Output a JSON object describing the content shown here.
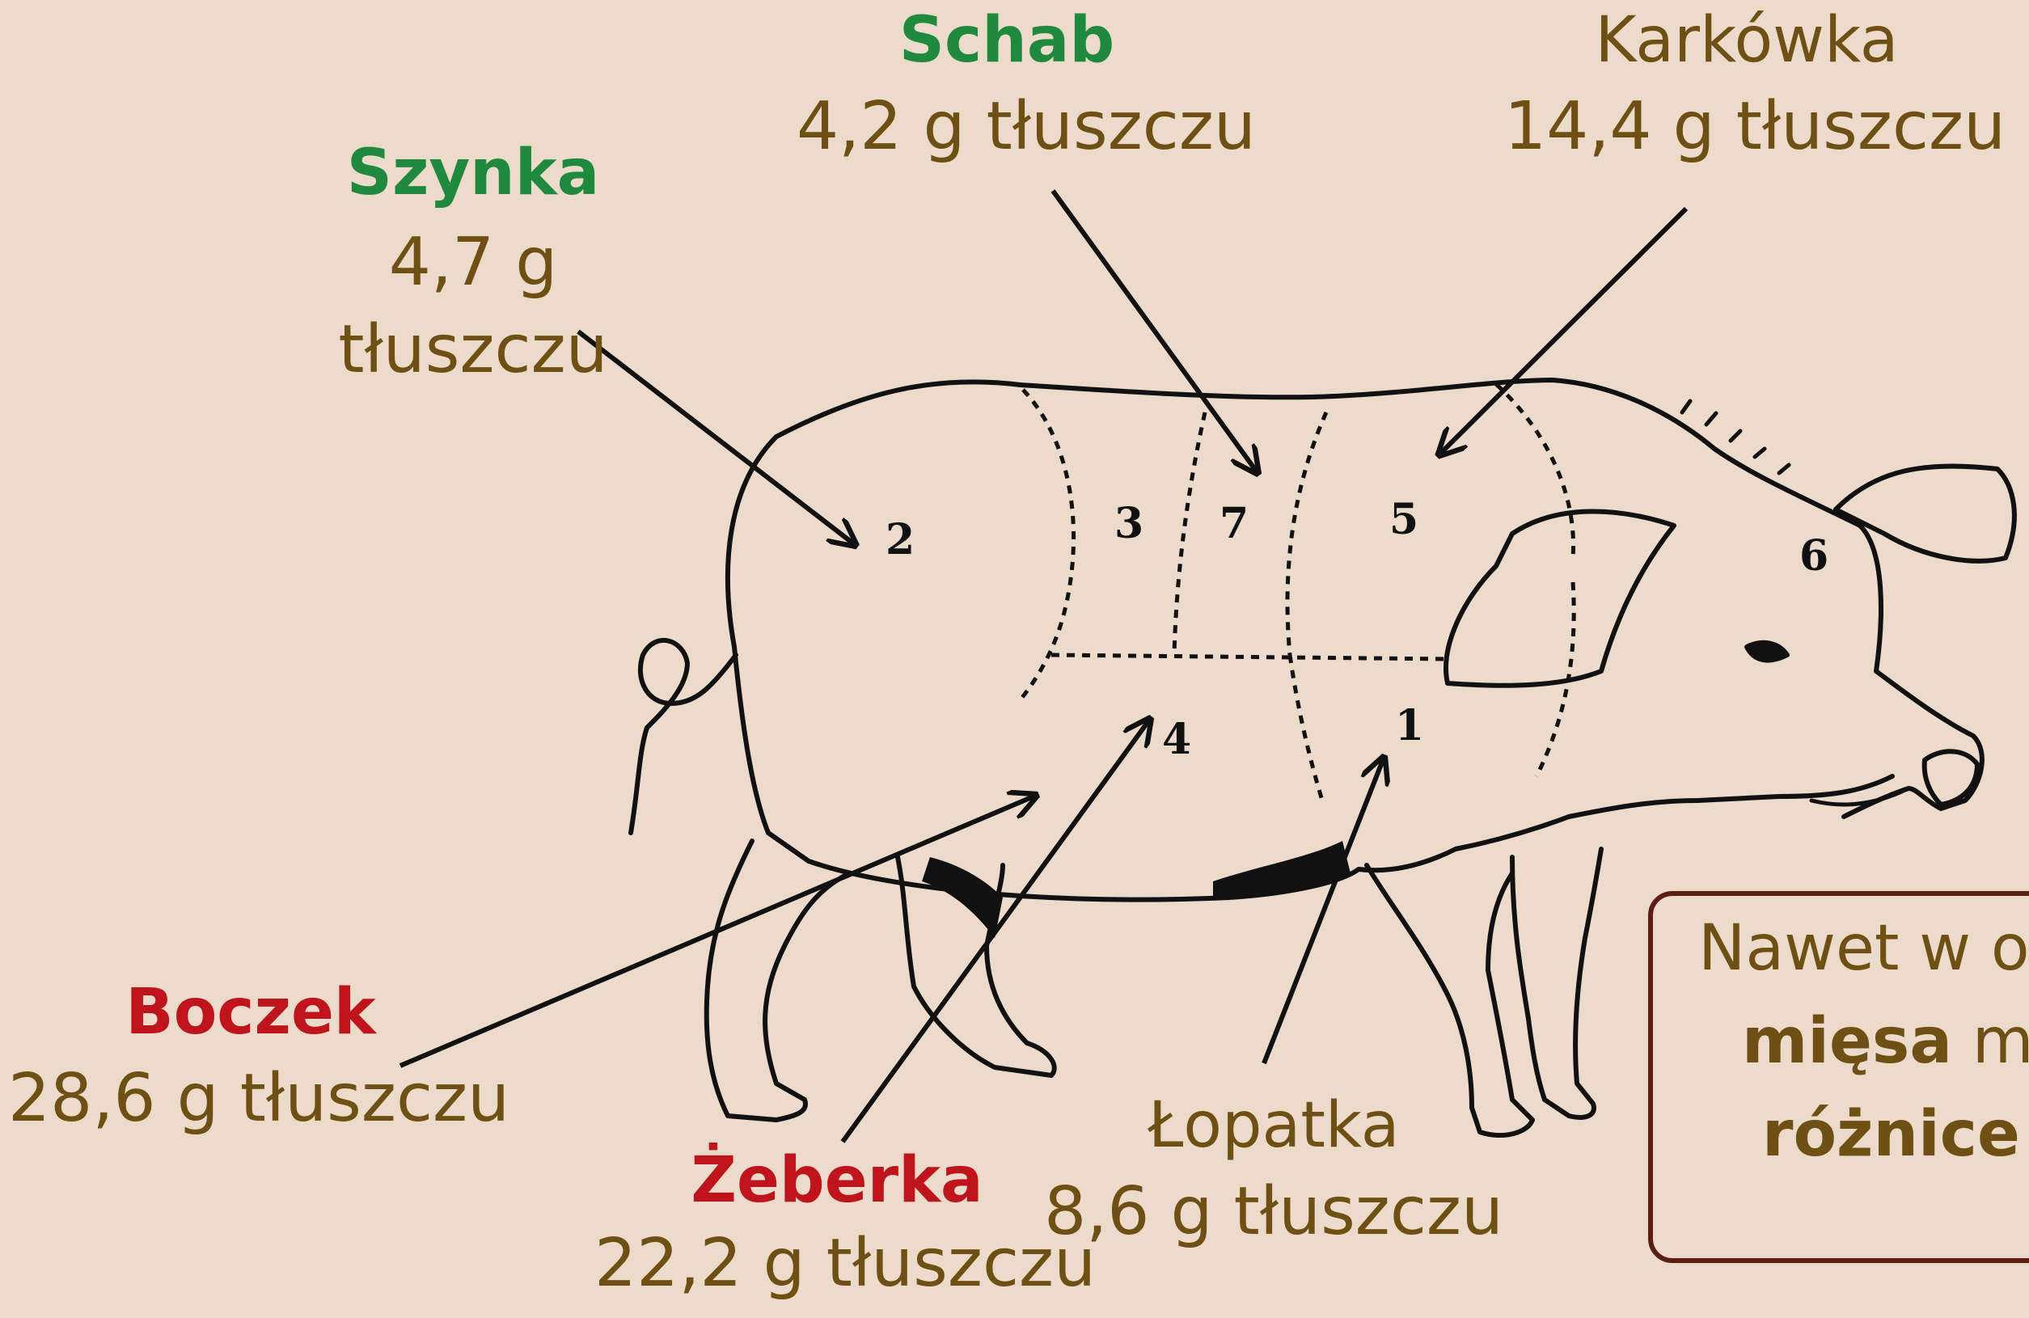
{
  "colors": {
    "background": "#ecdacb",
    "lean": "#1f8a3e",
    "fatty": "#c0141c",
    "neutral": "#6e4f14",
    "line": "#111111",
    "box_border": "#5b1d16"
  },
  "cuts": {
    "schab": {
      "name": "Schab",
      "fat": "4,2 g tłuszczu",
      "number": "7"
    },
    "karkowka": {
      "name": "Karkówka",
      "fat": "14,4 g tłuszczu",
      "number": "5"
    },
    "szynka": {
      "name": "Szynka",
      "fat_line1": "4,7 g",
      "fat_line2": "tłuszczu",
      "number": "2"
    },
    "boczek": {
      "name": "Boczek",
      "fat": "28,6 g tłuszczu"
    },
    "zeberka": {
      "name": "Żeberka",
      "fat": "22,2 g tłuszczu",
      "number": "4"
    },
    "lopatka": {
      "name": "Łopatka",
      "fat": "8,6 g tłuszczu",
      "number": "1"
    }
  },
  "diagram_numbers": {
    "n3": "3",
    "n6": "6"
  },
  "info_box": {
    "line1": "Nawet w ol",
    "line2_bold": "mięsa",
    "line2_rest": " mo",
    "line3_bold": "różnice w"
  }
}
